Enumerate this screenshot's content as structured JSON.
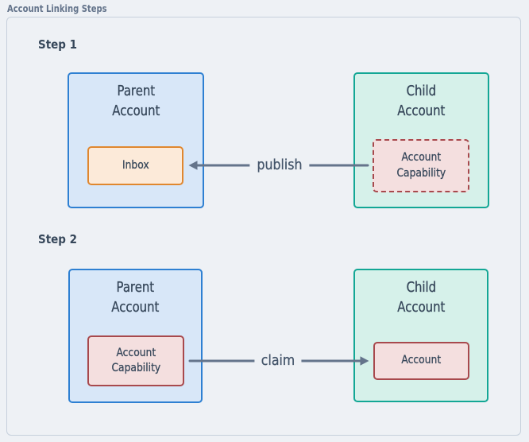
{
  "diagram": {
    "title": "Account Linking Steps",
    "steps": [
      {
        "label": "Step 1",
        "nodes": [
          {
            "label": "Parent\nAccount",
            "kind": "parent-account",
            "inner": {
              "label": "Inbox",
              "kind": "inbox",
              "border": "solid"
            }
          },
          {
            "label": "Child\nAccount",
            "kind": "child-account",
            "inner": {
              "label": "Account\nCapability",
              "kind": "account-capability",
              "border": "dashed"
            }
          }
        ],
        "edge": {
          "label": "publish",
          "direction": "right-to-left",
          "from": "account-capability",
          "to": "inbox"
        }
      },
      {
        "label": "Step 2",
        "nodes": [
          {
            "label": "Parent\nAccount",
            "kind": "parent-account",
            "inner": {
              "label": "Account\nCapability",
              "kind": "account-capability",
              "border": "solid"
            }
          },
          {
            "label": "Child\nAccount",
            "kind": "child-account",
            "inner": {
              "label": "Account",
              "kind": "account",
              "border": "solid"
            }
          }
        ],
        "edge": {
          "label": "claim",
          "direction": "left-to-right",
          "from": "account-capability",
          "to": "account"
        }
      }
    ],
    "colors": {
      "page-bg": "#eef1f5",
      "container-bg": "#eef1f5",
      "container-border": "#c6d0dc",
      "title-color": "#64748b",
      "text-dark": "#36475a",
      "label-color": "#44556a",
      "arrow-color": "#64748b",
      "blue-fill": "#d8e7f8",
      "blue-border": "#2e80d2",
      "teal-fill": "#d6f1ea",
      "teal-border": "#13a795",
      "orange-fill": "#fcead9",
      "orange-border": "#e0872f",
      "red-fill": "#f4dfdf",
      "red-border": "#a8494d"
    }
  }
}
